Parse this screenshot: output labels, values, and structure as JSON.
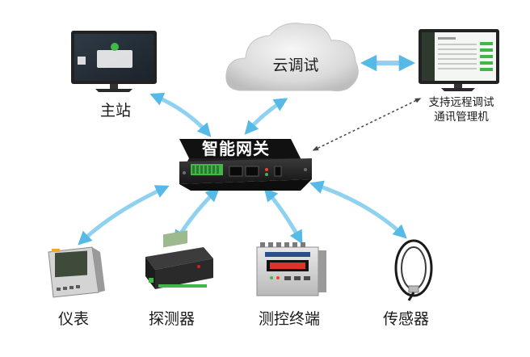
{
  "nodes": {
    "master_station": "主站",
    "cloud_debug": "云调试",
    "remote_pc_line1": "支持远程调试",
    "remote_pc_line2": "通讯管理机",
    "gateway": "智能网关",
    "meter": "仪表",
    "detector": "探测器",
    "terminal": "测控终端",
    "sensor": "传感器"
  },
  "colors": {
    "arrow": "#6ec6ea",
    "gateway_body": "#2b2b2b",
    "accent_green": "#43b649",
    "dashed_link": "#444444"
  }
}
